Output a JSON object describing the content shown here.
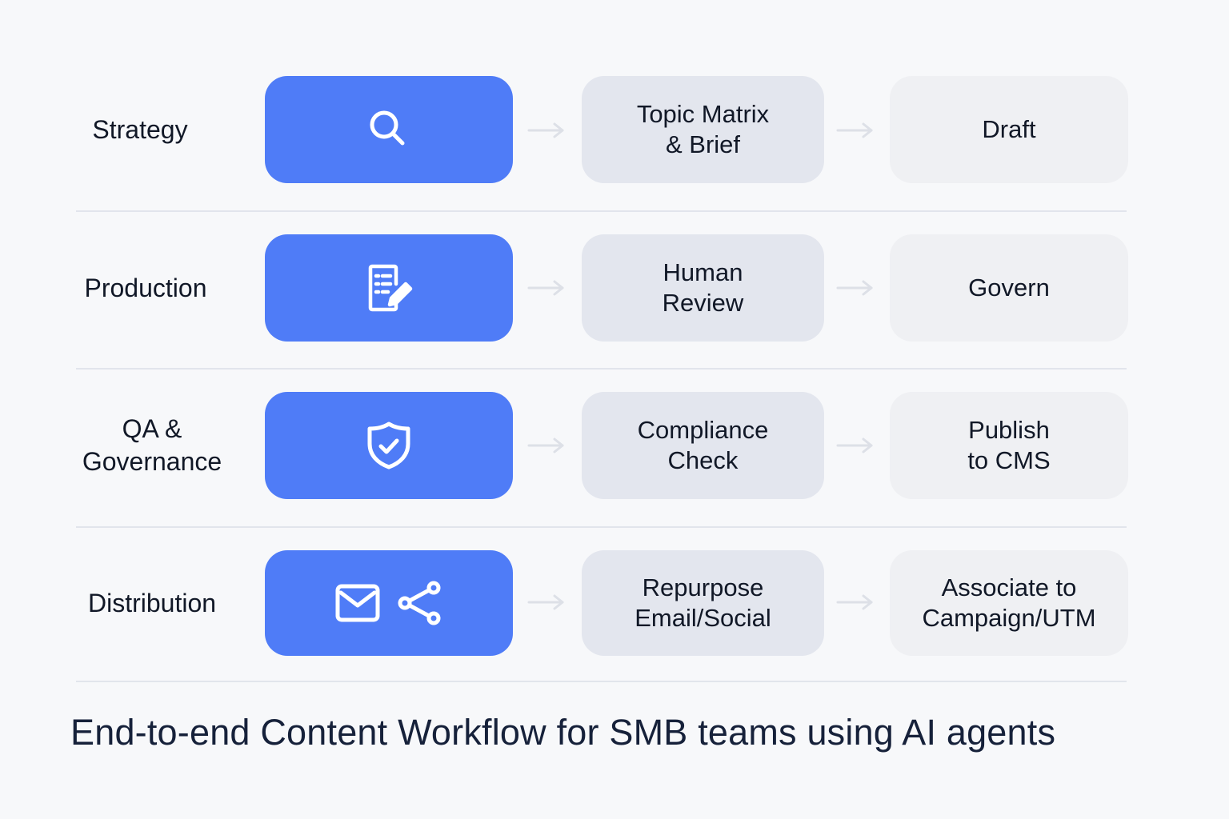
{
  "diagram": {
    "title": "End-to-end Content Workflow for SMB teams using AI agents",
    "colors": {
      "background": "#f7f8fa",
      "agent_box": "#4f7cf7",
      "step_mid": "#e3e6ee",
      "step_end": "#eff0f3",
      "text": "#111827",
      "arrow": "#dde0e7",
      "divider": "#e2e5ec"
    },
    "rows": [
      {
        "stage": "Strategy",
        "agent_icon": "search-icon",
        "step_mid": "Topic Matrix\n& Brief",
        "step_end": "Draft"
      },
      {
        "stage": "Production",
        "agent_icon": "document-edit-icon",
        "step_mid": "Human\nReview",
        "step_end": "Govern"
      },
      {
        "stage": "QA &\nGovernance",
        "agent_icon": "shield-check-icon",
        "step_mid": "Compliance\nCheck",
        "step_end": "Publish\nto CMS"
      },
      {
        "stage": "Distribution",
        "agent_icon": "mail-share-icon",
        "step_mid": "Repurpose\nEmail/Social",
        "step_end": "Associate to\nCampaign/UTM"
      }
    ]
  }
}
